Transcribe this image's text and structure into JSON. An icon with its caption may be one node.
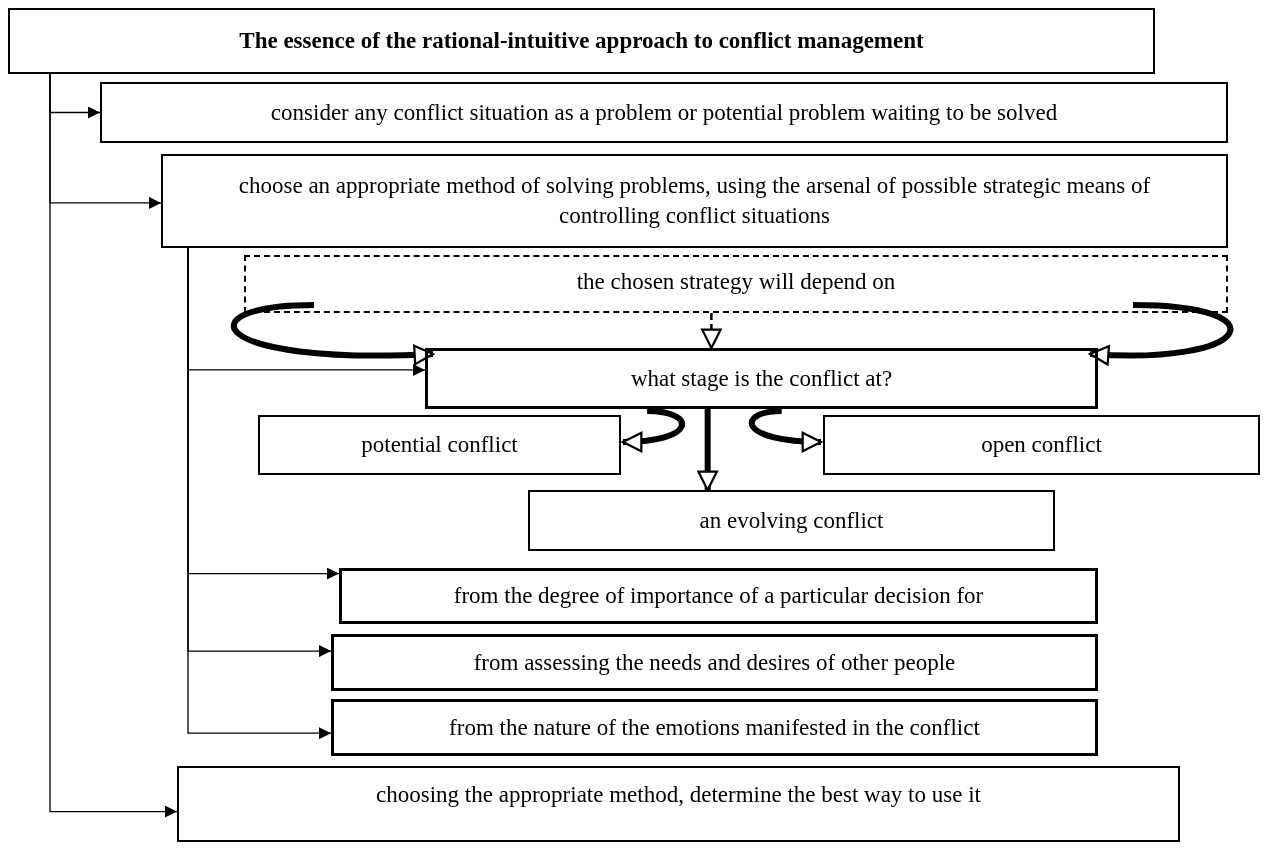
{
  "diagram": {
    "nodes": [
      {
        "text": [
          "The essence of the rational-intuitive approach to conflict management"
        ]
      },
      {
        "text": [
          "consider any conflict situation as a problem or potential problem waiting to be solved"
        ]
      },
      {
        "text": [
          "choose an appropriate method of solving problems, using the arsenal of possible strategic means of controlling conflict situations"
        ]
      },
      {
        "text": [
          "the chosen strategy will depend on"
        ]
      },
      {
        "text": [
          "what stage is the conflict at?"
        ]
      },
      {
        "text": [
          "potential conflict"
        ]
      },
      {
        "text": [
          "open conflict"
        ]
      },
      {
        "text": [
          "an evolving conflict"
        ]
      },
      {
        "text": [
          "from the degree of importance of a particular decision for"
        ]
      },
      {
        "text": [
          "from assessing the needs and desires of other people"
        ]
      },
      {
        "text": [
          "from the nature of the emotions manifested in the conflict"
        ]
      },
      {
        "text": [
          "choosing the appropriate method, determine the best way to use it"
        ]
      }
    ],
    "edges": [
      {
        "from": 0,
        "to": 1,
        "arrow": "to"
      },
      {
        "from": 0,
        "to": 2,
        "arrow": "to"
      },
      {
        "from": 0,
        "to": 11,
        "arrow": "to"
      },
      {
        "from": 2,
        "to": 4,
        "arrow": "to"
      },
      {
        "from": 2,
        "to": 8,
        "arrow": "to"
      },
      {
        "from": 2,
        "to": 9,
        "arrow": "to"
      },
      {
        "from": 2,
        "to": 10,
        "arrow": "to"
      },
      {
        "from": 3,
        "to": 4,
        "arrow": "to",
        "style": "dashed"
      },
      {
        "from": 3,
        "to": 4,
        "arrow": "to",
        "style": "thick"
      },
      {
        "from": 3,
        "to": 4,
        "arrow": "to",
        "style": "thick"
      },
      {
        "from": 4,
        "to": 5,
        "arrow": "to",
        "style": "thick"
      },
      {
        "from": 4,
        "to": 6,
        "arrow": "to",
        "style": "thick"
      },
      {
        "from": 4,
        "to": 7,
        "arrow": "to",
        "style": "thick"
      }
    ]
  }
}
